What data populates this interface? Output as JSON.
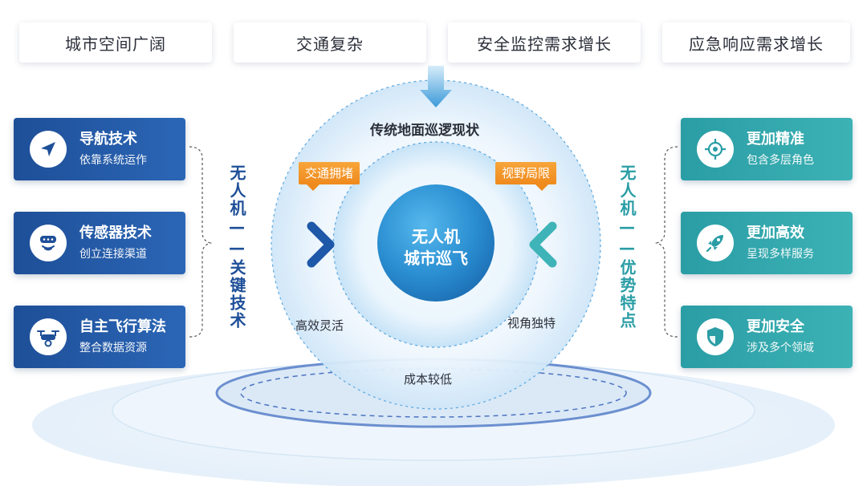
{
  "top_challenges": [
    "城市空间广阔",
    "交通复杂",
    "安全监控需求增长",
    "应急响应需求增长"
  ],
  "left_panel": {
    "vertical_label": "无人机——关键技术",
    "items": [
      {
        "title": "导航技术",
        "subtitle": "依靠系统运作",
        "icon": "navigation-arrow-icon"
      },
      {
        "title": "传感器技术",
        "subtitle": "创立连接渠道",
        "icon": "sensor-icon"
      },
      {
        "title": "自主飞行算法",
        "subtitle": "整合数据资源",
        "icon": "drone-icon"
      }
    ]
  },
  "right_panel": {
    "vertical_label": "无人机——优势特点",
    "items": [
      {
        "title": "更加精准",
        "subtitle": "包含多层角色",
        "icon": "target-icon"
      },
      {
        "title": "更加高效",
        "subtitle": "呈现多样服务",
        "icon": "rocket-icon"
      },
      {
        "title": "更加安全",
        "subtitle": "涉及多个领域",
        "icon": "shield-icon"
      }
    ]
  },
  "center": {
    "outer_title": "传统地面巡逻现状",
    "tag_left": "交通拥堵",
    "tag_right": "视野局限",
    "core_line1": "无人机",
    "core_line2": "城市巡飞",
    "feature_left": "高效灵活",
    "feature_right": "视角独特",
    "feature_bottom": "成本较低"
  },
  "colors": {
    "blue": "#1e4f98",
    "teal": "#2a9da5",
    "orange": "#ef8a1d",
    "core": "#1f7fc4"
  }
}
